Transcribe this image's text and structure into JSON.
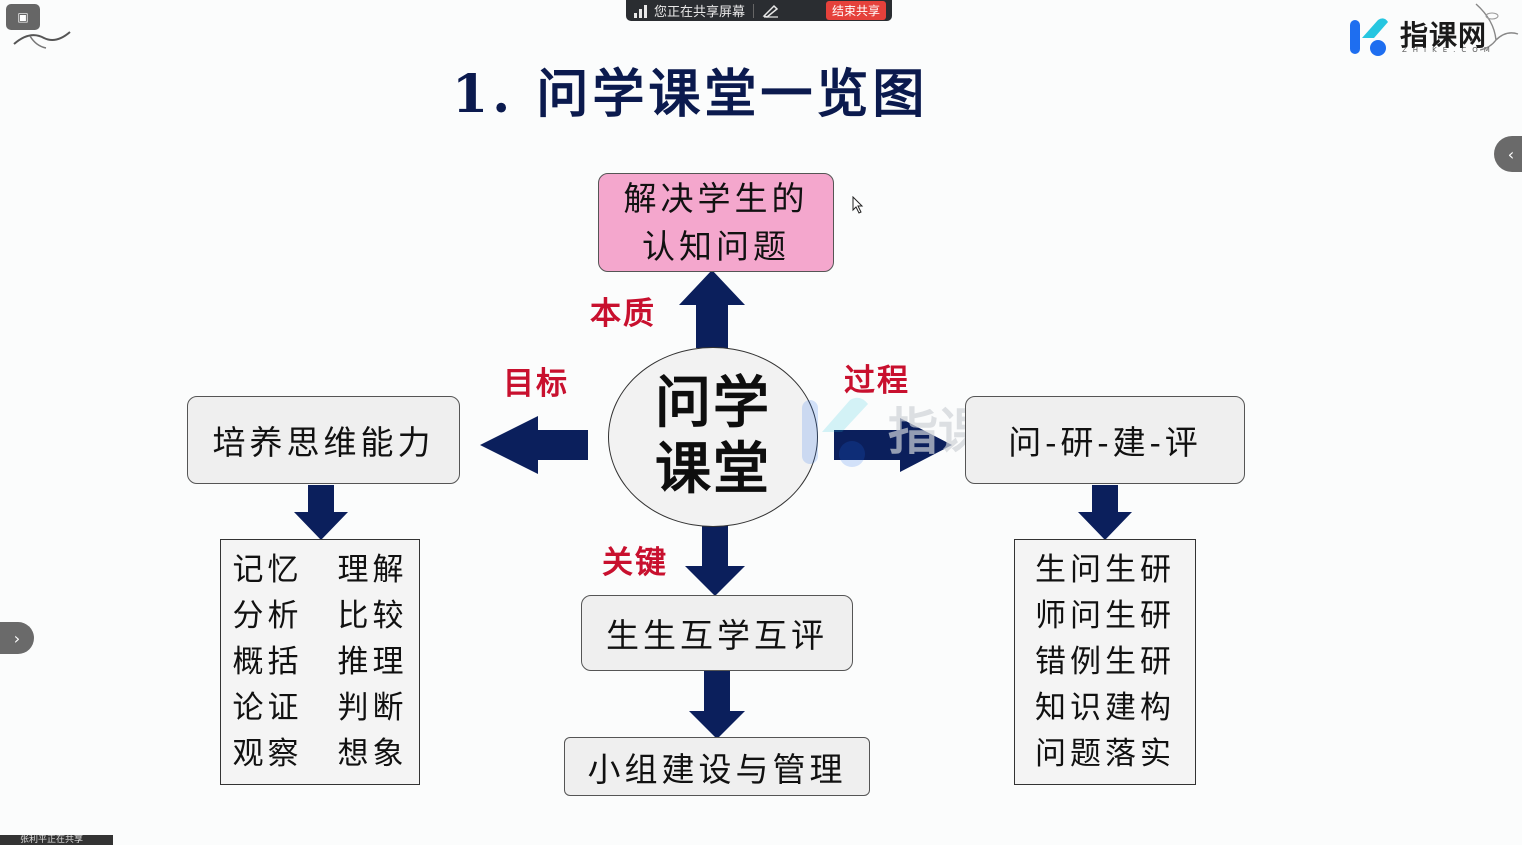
{
  "share_bar": {
    "status_text": "您正在共享屏幕",
    "stop_label": "结束共享"
  },
  "brand": {
    "logo_text": "指课网",
    "logo_sub": "ZHIKE.COM",
    "watermark_text": "指课网"
  },
  "slide": {
    "title": "1. 问学课堂一览图",
    "center": {
      "line1": "问学",
      "line2": "课堂"
    },
    "top_box": {
      "line1": "解决学生的",
      "line2": "认知问题"
    },
    "left_box": "培养思维能力",
    "right_box": "问-研-建-评",
    "bottom_box1": "生生互学互评",
    "bottom_box2": "小组建设与管理",
    "labels": {
      "top": "本质",
      "left": "目标",
      "right": "过程",
      "bottom": "关键"
    },
    "left_list": [
      "记忆　理解",
      "分析　比较",
      "概括　推理",
      "论证　判断",
      "观察　想象"
    ],
    "right_list": [
      "生问生研",
      "师问生研",
      "错例生研",
      "知识建构",
      "问题落实"
    ]
  },
  "status_bar": {
    "text": "张利平正在共享"
  },
  "colors": {
    "title": "#0b1a4e",
    "arrow": "#0b1f5c",
    "label": "#c8102e",
    "pink_box": "#f4a7cd",
    "logo_blue": "#1e6ef0",
    "logo_cyan": "#26c6e0"
  }
}
